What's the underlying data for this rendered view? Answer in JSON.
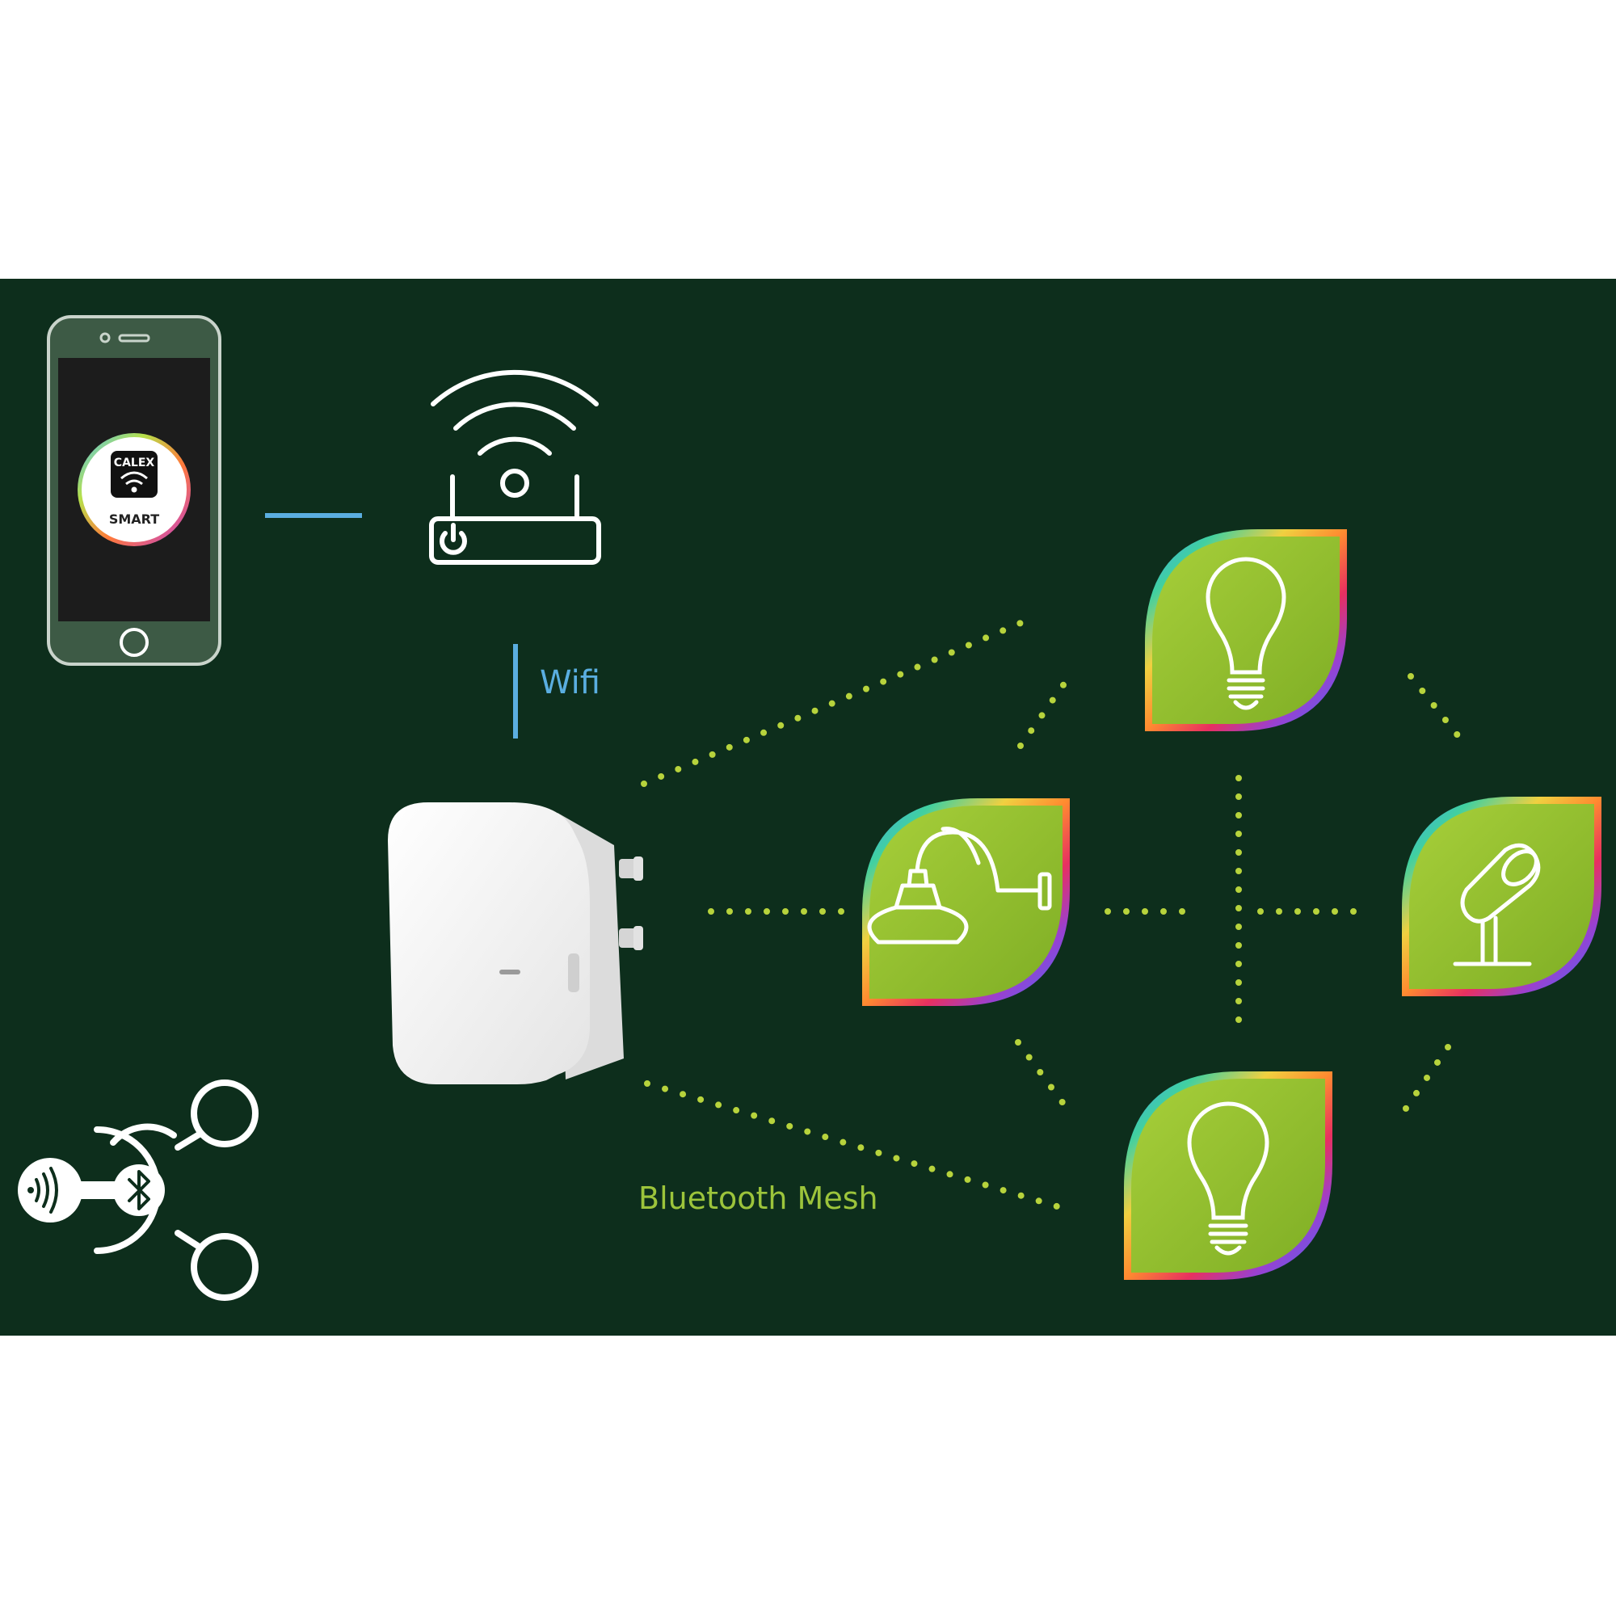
{
  "labels": {
    "wifi": "Wifi",
    "bluetooth_mesh": "Bluetooth Mesh"
  },
  "app_icon": {
    "brand": "CALEX",
    "caption": "SMART"
  },
  "icons": {
    "phone": "smartphone-icon",
    "router": "wifi-router-icon",
    "gateway": "gateway-plug-icon",
    "mesh_logo": "bluetooth-mesh-icon",
    "bulb_top": "light-bulb-icon",
    "bulb_bottom": "light-bulb-icon",
    "wall_lamp": "wall-lamp-icon",
    "spotlight": "garden-spotlight-icon"
  },
  "colors": {
    "background": "#0d2e1c",
    "wifi_line": "#5aaee0",
    "mesh_dots": "#b7d33c",
    "tile_green": "#8dbb2c"
  }
}
